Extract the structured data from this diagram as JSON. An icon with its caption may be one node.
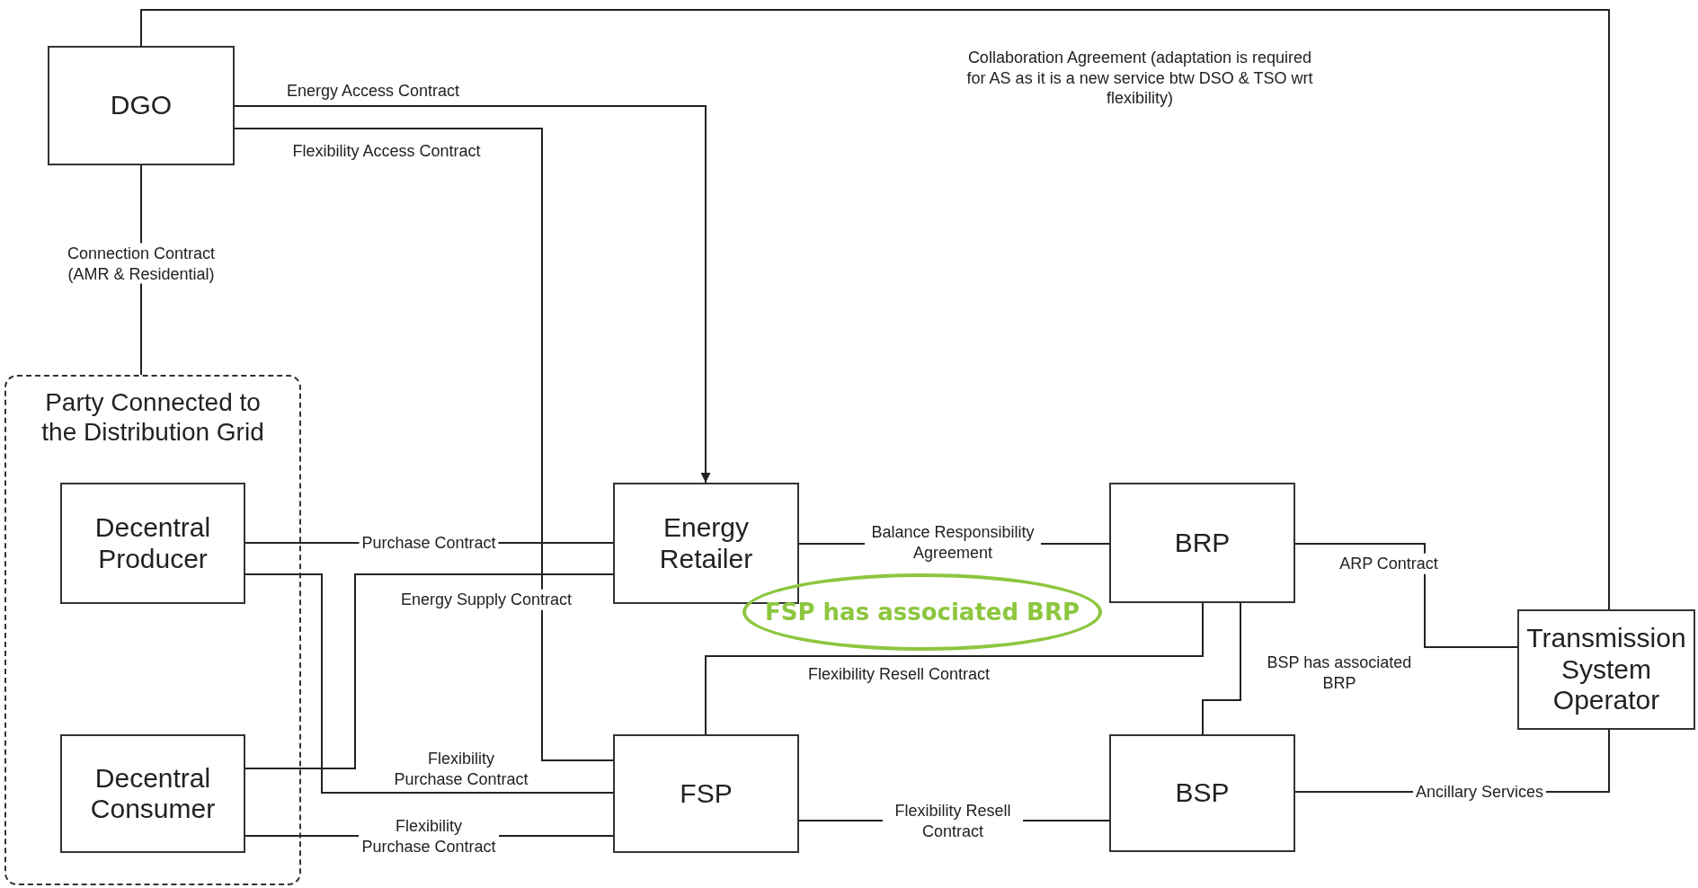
{
  "diagram": {
    "nodes": [
      {
        "text": [
          "DGO"
        ]
      },
      {
        "text": [
          "Party Connected to the Distribution Grid"
        ]
      },
      {
        "text": [
          "Decentral Producer"
        ],
        "in": 1
      },
      {
        "text": [
          "Decentral Consumer"
        ],
        "in": 1
      },
      {
        "text": [
          "Energy Retailer"
        ]
      },
      {
        "text": [
          "FSP"
        ]
      },
      {
        "text": [
          "BRP"
        ]
      },
      {
        "text": [
          "BSP"
        ]
      },
      {
        "text": [
          "Transmission System Operator"
        ]
      },
      {
        "text": [
          "FSP has associated BRP"
        ]
      }
    ],
    "edges": [
      {
        "from": 0,
        "to": 8,
        "arrow": "none",
        "label": "Collaboration Agreement (adaptation is required for AS as it is a new service btw DSO & TSO wrt flexibility)"
      },
      {
        "from": 0,
        "to": 4,
        "arrow": "to",
        "label": "Energy Access Contract"
      },
      {
        "from": 0,
        "to": 5,
        "arrow": "none",
        "label": "Flexibility Access Contract"
      },
      {
        "from": 0,
        "to": 1,
        "arrow": "none",
        "label": "Connection Contract (AMR & Residential)"
      },
      {
        "from": 2,
        "to": 4,
        "arrow": "none",
        "label": "Purchase Contract"
      },
      {
        "from": 3,
        "to": 4,
        "arrow": "none",
        "label": "Energy Supply Contract"
      },
      {
        "from": 2,
        "to": 5,
        "arrow": "none",
        "label": "Flexibility Purchase Contract"
      },
      {
        "from": 3,
        "to": 5,
        "arrow": "none",
        "label": "Flexibility Purchase Contract"
      },
      {
        "from": 4,
        "to": 6,
        "arrow": "none",
        "label": "Balance Responsibility Agreement"
      },
      {
        "from": 5,
        "to": 6,
        "arrow": "none",
        "label": "Flexibility Resell Contract"
      },
      {
        "from": 7,
        "to": 6,
        "arrow": "none",
        "label": "BSP has associated BRP"
      },
      {
        "from": 6,
        "to": 8,
        "arrow": "none",
        "label": "ARP Contract"
      },
      {
        "from": 5,
        "to": 7,
        "arrow": "none",
        "label": "Flexibility Resell Contract"
      },
      {
        "from": 7,
        "to": 8,
        "arrow": "none",
        "label": "Ancillary Services"
      }
    ]
  }
}
